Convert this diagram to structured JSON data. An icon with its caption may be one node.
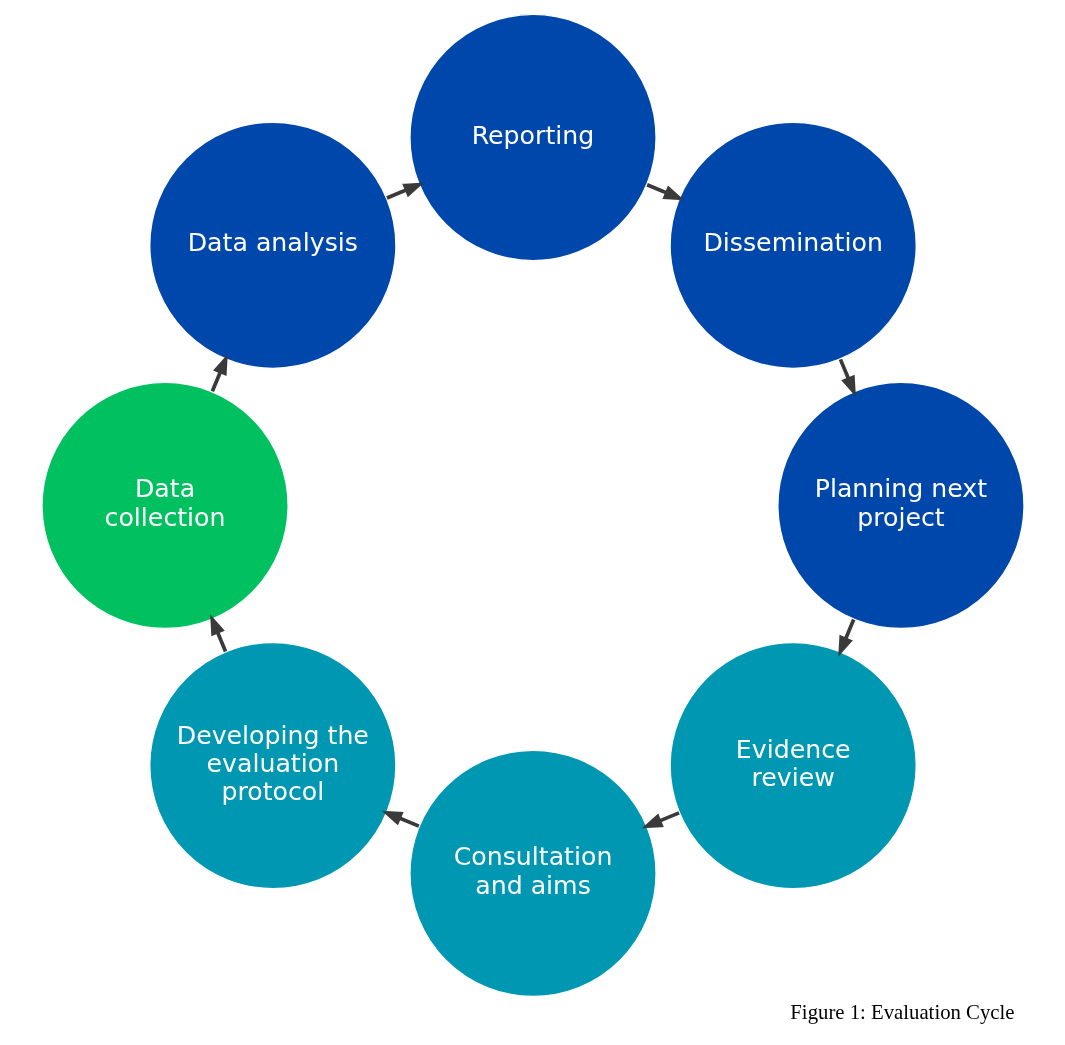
{
  "diagram": {
    "caption": "Figure 1: Evaluation Cycle",
    "nodes": [
      {
        "text": [
          "Evidence review"
        ]
      },
      {
        "text": [
          "Consultation and aims"
        ]
      },
      {
        "text": [
          "Developing the evaluation protocol"
        ]
      },
      {
        "text": [
          "Data collection"
        ]
      },
      {
        "text": [
          "Data analysis"
        ]
      },
      {
        "text": [
          "Reporting"
        ]
      },
      {
        "text": [
          "Dissemination"
        ]
      },
      {
        "text": [
          "Planning next project"
        ]
      }
    ],
    "edges": [
      {
        "from": 0,
        "to": 1,
        "arrow": "to"
      },
      {
        "from": 1,
        "to": 2,
        "arrow": "to"
      },
      {
        "from": 2,
        "to": 3,
        "arrow": "to"
      },
      {
        "from": 3,
        "to": 4,
        "arrow": "to"
      },
      {
        "from": 4,
        "to": 5,
        "arrow": "to"
      },
      {
        "from": 5,
        "to": 6,
        "arrow": "to"
      },
      {
        "from": 6,
        "to": 7,
        "arrow": "to"
      },
      {
        "from": 7,
        "to": 0,
        "arrow": "to"
      }
    ]
  }
}
